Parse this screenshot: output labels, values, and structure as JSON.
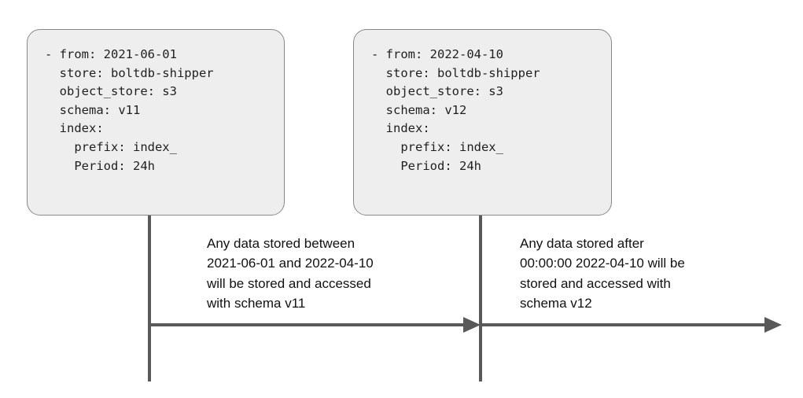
{
  "diagram": {
    "type": "timeline",
    "background_color": "#ffffff",
    "line_color": "#595959",
    "box_fill_color": "#eeeeee",
    "box_border_color": "#888888",
    "periods": [
      {
        "id": "v11",
        "schema": "v11",
        "config_text": "- from: 2021-06-01\n  store: boltdb-shipper\n  object_store: s3\n  schema: v11\n  index:\n    prefix: index_\n    Period: 24h",
        "config_fields": {
          "from": "2021-06-01",
          "store": "boltdb-shipper",
          "object_store": "s3",
          "schema": "v11",
          "index": {
            "prefix": "index_",
            "Period": "24h"
          }
        },
        "annotation": "Any data stored between\n2021-06-01 and 2022-04-10\nwill be stored and accessed\nwith schema v11"
      },
      {
        "id": "v12",
        "schema": "v12",
        "config_text": "- from: 2022-04-10\n  store: boltdb-shipper\n  object_store: s3\n  schema: v12\n  index:\n    prefix: index_\n    Period: 24h",
        "config_fields": {
          "from": "2022-04-10",
          "store": "boltdb-shipper",
          "object_store": "s3",
          "schema": "v12",
          "index": {
            "prefix": "index_",
            "Period": "24h"
          }
        },
        "annotation": "Any data stored after\n00:00:00 2022-04-10 will be\nstored and accessed with\nschema v12"
      }
    ]
  }
}
